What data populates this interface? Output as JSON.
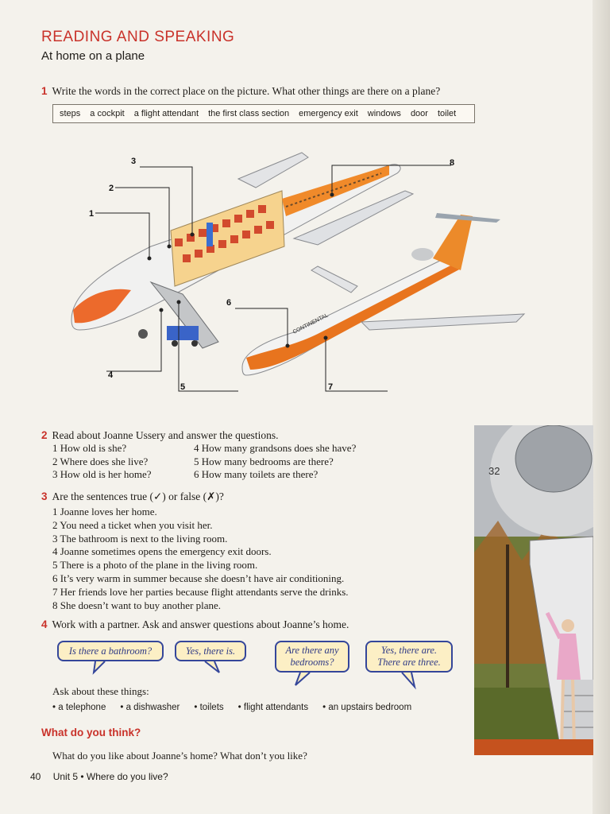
{
  "header": {
    "title": "READING AND SPEAKING",
    "subtitle": "At home on a plane"
  },
  "ex1": {
    "num": "1",
    "text": "Write the words in the correct place on the picture. What other things are there on a plane?",
    "words": [
      "steps",
      "a cockpit",
      "a flight attendant",
      "the first class section",
      "emergency exit",
      "windows",
      "door",
      "toilet"
    ],
    "labels": [
      "1",
      "2",
      "3",
      "4",
      "5",
      "6",
      "7",
      "8"
    ]
  },
  "ex2": {
    "num": "2",
    "text": "Read about Joanne Ussery and answer the questions.",
    "questions": [
      "1  How old is she?",
      "4  How many grandsons does she have?",
      "2  Where does she live?",
      "5  How many bedrooms are there?",
      "3  How old is her home?",
      "6  How many toilets are there?"
    ]
  },
  "ex3": {
    "num": "3",
    "text": "Are the sentences true (✓) or false (✗)?",
    "items": [
      "1  Joanne loves her home.",
      "2  You need a ticket when you visit her.",
      "3  The bathroom is next to the living room.",
      "4  Joanne sometimes opens the emergency exit doors.",
      "5  There is a photo of the plane in the living room.",
      "6  It’s very warm in summer because she doesn’t have air conditioning.",
      "7  Her friends love her parties because flight attendants serve the drinks.",
      "8  She doesn’t want to buy another plane."
    ]
  },
  "ex4": {
    "num": "4",
    "text": "Work with a partner. Ask and answer questions about Joanne’s home.",
    "bubbles": [
      "Is there a bathroom?",
      "Yes, there is.",
      "Are there any bedrooms?",
      "Yes, there are. There are three."
    ],
    "ask_label": "Ask about these things:",
    "things": [
      "a telephone",
      "a dishwasher",
      "toilets",
      "flight attendants",
      "an upstairs bedroom"
    ]
  },
  "what_do_you_think": {
    "heading": "What do you think?",
    "text": "What do you like about Joanne’s home? What don’t you like?"
  },
  "footer": {
    "page": "40",
    "unit": "Unit 5  •  Where do you live?"
  },
  "photo": {
    "door_number": "32"
  },
  "plane": {
    "livery": "CONTINENTAL"
  },
  "colors": {
    "accent": "#c9322a",
    "bubble_border": "#34469a",
    "bubble_fill": "#fcefc5",
    "plane_stripe": "#e8741e"
  }
}
